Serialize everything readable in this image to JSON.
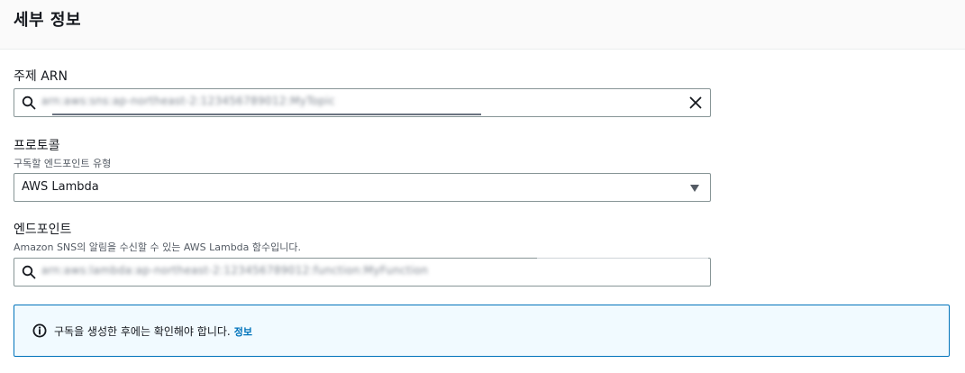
{
  "section": {
    "title": "세부 정보"
  },
  "topic_arn": {
    "label": "주제 ARN",
    "value": "arn:aws:sns:ap-northeast-2:123456789012:MyTopic"
  },
  "protocol": {
    "label": "프로토콜",
    "description": "구독할 엔드포인트 유형",
    "selected": "AWS Lambda"
  },
  "endpoint": {
    "label": "엔드포인트",
    "description": "Amazon SNS의 알림을 수신할 수 있는 AWS Lambda 함수입니다.",
    "value": "arn:aws:lambda:ap-northeast-2:123456789012:function:MyFunction"
  },
  "alert": {
    "message": "구독을 생성한 후에는 확인해야 합니다.",
    "link": "정보"
  },
  "colors": {
    "accent": "#0073bb",
    "alert_bg": "#f1faff",
    "border": "#879596"
  },
  "icons": [
    "search-icon",
    "close-icon",
    "caret-down-icon",
    "info-icon"
  ]
}
